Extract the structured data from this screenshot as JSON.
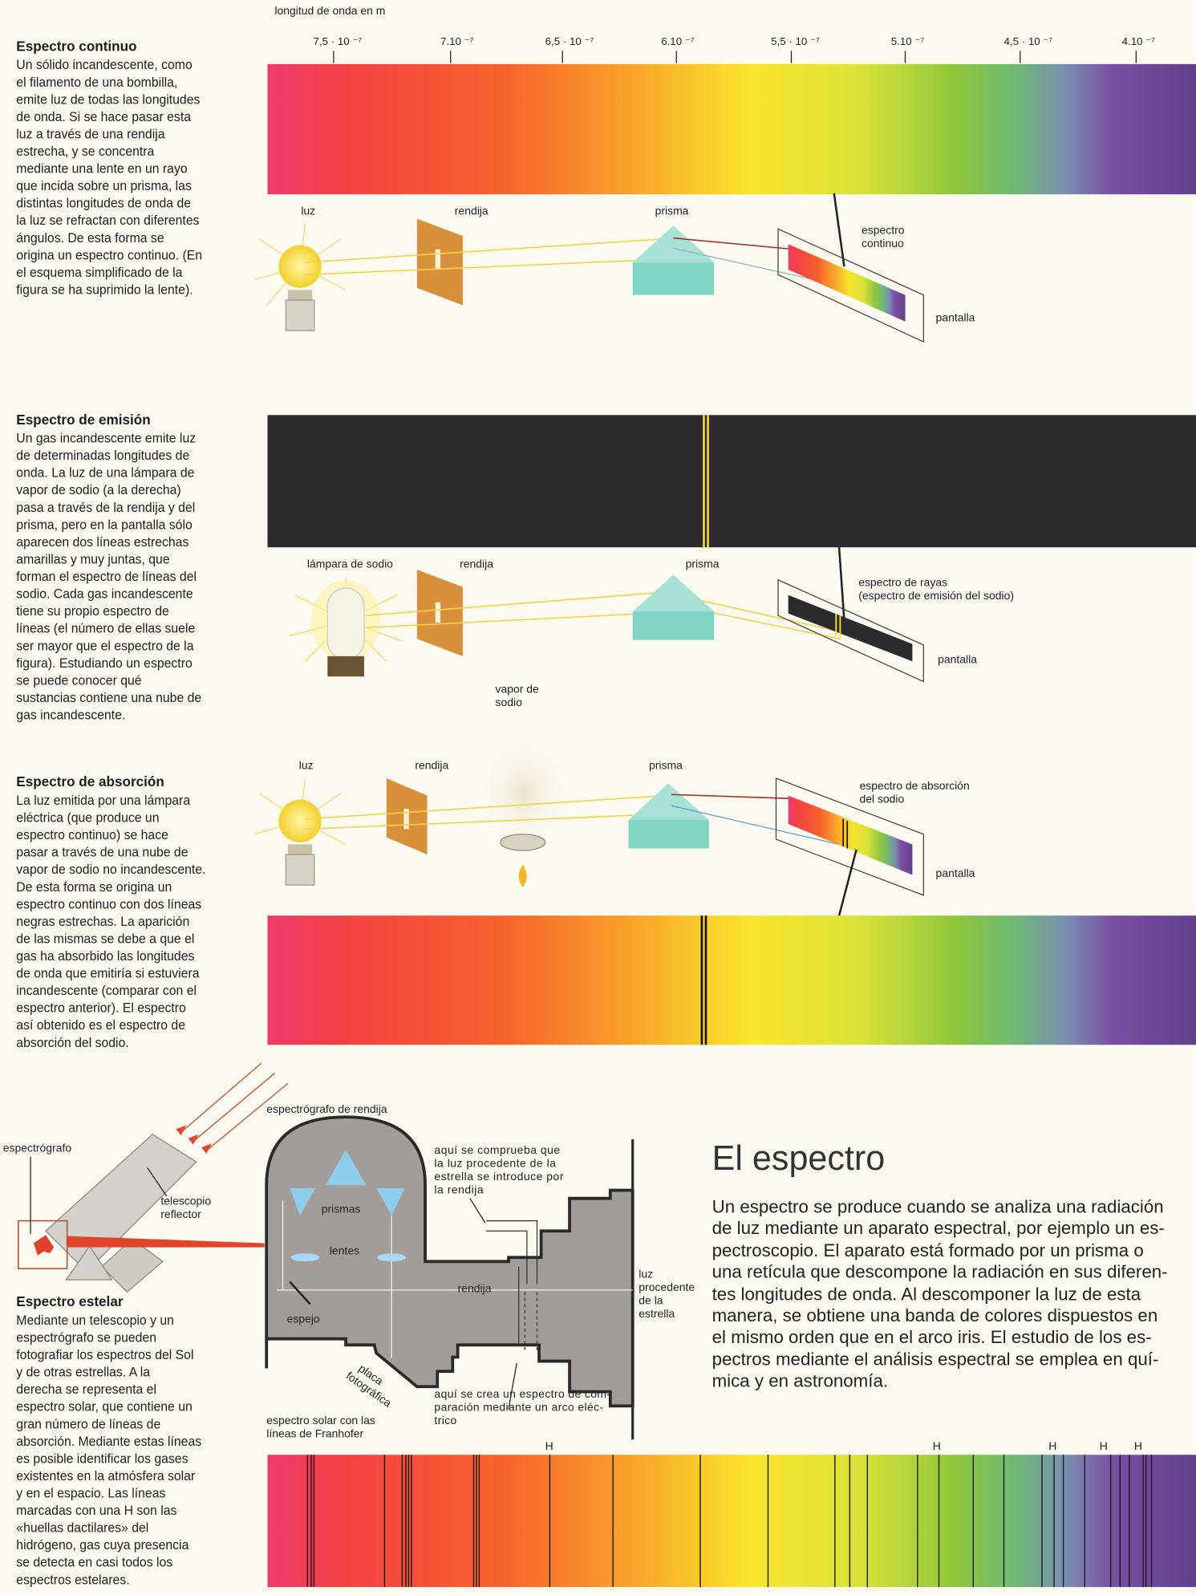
{
  "wavelength_scale": {
    "axis_label": "longitud de onda en m",
    "ticks": [
      "7,5 · 10 ⁻⁷",
      "7.10 ⁻⁷",
      "6,5 · 10 ⁻⁷",
      "6.10 ⁻⁷",
      "5,5 · 10 ⁻⁷",
      "5.10 ⁻⁷",
      "4,5 · 10 ⁻⁷",
      "4.10 ⁻⁷"
    ]
  },
  "sections": [
    {
      "title": "Espectro continuo",
      "lines": [
        "Un sólido incandescente, como",
        "el filamento de una bombilla,",
        "emite luz de todas las longitudes",
        "de onda. Si se hace pasar esta",
        "luz a través de una rendija",
        "estrecha, y se concentra",
        "mediante una lente en un rayo",
        "que incida sobre un prisma, las",
        "distintas longitudes de onda de",
        "la luz se refractan con diferentes",
        "ángulos. De esta forma se",
        "origina un espectro continuo. (En",
        "el esquema simplificado de la",
        "figura se ha suprimido la lente)."
      ]
    },
    {
      "title": "Espectro de emisión",
      "lines": [
        "Un gas incandescente emite luz",
        "de determinadas longitudes de",
        "onda. La luz de una lámpara de",
        "vapor de sodio (a la derecha)",
        "pasa a través de la rendija y del",
        "prisma, pero en la pantalla sólo",
        "aparecen dos líneas estrechas",
        "amarillas y muy juntas, que",
        "forman el espectro de líneas del",
        "sodio. Cada gas incandescente",
        "tiene su propio espectro de",
        "líneas (el número de ellas suele",
        "ser mayor que el espectro de la",
        "figura). Estudiando un espectro",
        "se puede conocer qué",
        "sustancias contiene una nube de",
        "gas incandescente."
      ]
    },
    {
      "title": "Espectro de absorción",
      "lines": [
        "La luz emitida por una lámpara",
        "eléctrica (que produce un",
        "espectro continuo) se hace",
        "pasar a través de una nube de",
        "vapor de sodio no incandescente.",
        "De esta forma se origina un",
        "espectro continuo con dos líneas",
        "negras estrechas. La aparición",
        "de las mismas se debe a que el",
        "gas ha absorbido las longitudes",
        "de onda que emitiría si estuviera",
        "incandescente (comparar con el",
        "espectro anterior). El espectro",
        "así obtenido es el espectro de",
        "absorción del sodio."
      ]
    },
    {
      "title": "Espectro estelar",
      "lines": [
        "Mediante un telescopio y un",
        "espectrógrafo se pueden",
        "fotografiar los espectros del Sol",
        "y de otras estrellas. A la",
        "derecha se representa el",
        "espectro solar, que contiene un",
        "gran número de líneas de",
        "absorción. Mediante estas líneas",
        "es posible identificar los gases",
        "existentes en la atmósfera solar",
        "y en el espacio. Las líneas",
        "marcadas con una H son las",
        "«huellas dactilares» del",
        "hidrógeno, gas cuya presencia",
        "se detecta en casi todos los",
        "espectros estelares."
      ]
    }
  ],
  "diagram_continuous": {
    "light": "luz",
    "slit": "rendija",
    "prism": "prisma",
    "spectrum": [
      "espectro",
      "continuo"
    ],
    "screen": "pantalla"
  },
  "diagram_emission": {
    "lamp": "lámpara de sodio",
    "slit": "rendija",
    "prism": "prisma",
    "spectrum": [
      "espectro de rayas",
      "(espectro de emisión del sodio)"
    ],
    "screen": "pantalla"
  },
  "diagram_absorption": {
    "vapor": [
      "vapor de",
      "sodio"
    ],
    "light": "luz",
    "slit": "rendija",
    "prism": "prisma",
    "spectrum": [
      "espectro de absorción",
      "del sodio"
    ],
    "screen": "pantalla"
  },
  "telescope": {
    "spectrograph": "espectrógrafo",
    "telescope": [
      "telescopio",
      "reflector"
    ]
  },
  "spectrograph": {
    "title": "espectrógrafo de rendija",
    "check_note": [
      "aquí se comprueba que",
      "la luz procedente de la",
      "estrella se introduce por",
      "la rendija"
    ],
    "prisms": "prismas",
    "lenses": "lentes",
    "slit": "rendija",
    "mirror": "espejo",
    "plate": [
      "placa",
      "fotográfica"
    ],
    "star_light": [
      "luz",
      "procedente",
      "de la",
      "estrella"
    ],
    "compare_note": [
      "aquí se crea un espectro de com-",
      "paración mediante un arco eléc-",
      "trico"
    ],
    "solar_caption": [
      "espectro solar con las",
      "líneas de Franhofer"
    ]
  },
  "fraunhofer": {
    "h_label": "H"
  },
  "article": {
    "title": "El espectro",
    "lines": [
      "Un espectro se produce cuando se analiza una radiación",
      "de luz mediante un aparato espectral, por ejemplo un es-",
      "pectroscopio. El aparato está formado por un prisma o",
      "una retícula que descompone la radiación en sus diferen-",
      "tes longitudes de onda. Al descomponer la luz de esta",
      "manera, se obtiene una banda de colores dispuestos en",
      "el mismo orden que en el arco iris. El estudio de los es-",
      "pectros mediante el análisis espectral se emplea en quí-",
      "mica y en astronomía."
    ]
  },
  "colors": {
    "sodium_line": "#f2e23a",
    "ray": "#f3d34a",
    "prism": "#7fd4c4",
    "slit_plate": "#d9903a",
    "dark_band": "#2c2a2c",
    "instrument": "#9f9a96"
  }
}
